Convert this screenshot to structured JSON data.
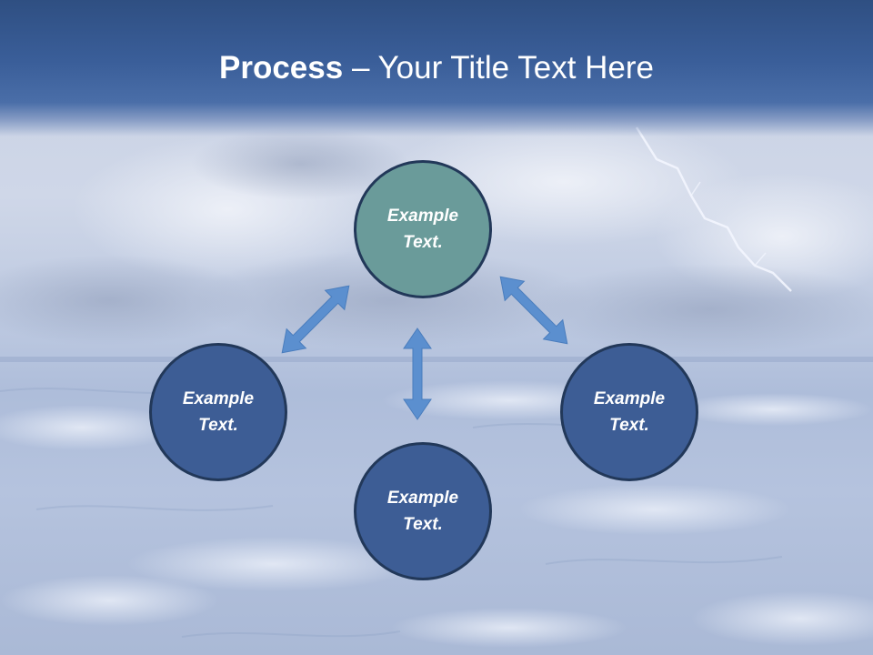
{
  "slide": {
    "title_bold": "Process",
    "title_rest": " – Your Title Text Here"
  },
  "diagram": {
    "nodes": [
      {
        "id": "top",
        "text": "Example Text.",
        "color": "#6a9b9a"
      },
      {
        "id": "left",
        "text": "Example Text.",
        "color": "#3d5d95"
      },
      {
        "id": "right",
        "text": "Example Text.",
        "color": "#3d5d95"
      },
      {
        "id": "bottom",
        "text": "Example Text.",
        "color": "#3d5d95"
      }
    ],
    "arrow_color": "#5b8fcf",
    "node_border_color": "#223859",
    "header_color": "#3a5e99"
  }
}
